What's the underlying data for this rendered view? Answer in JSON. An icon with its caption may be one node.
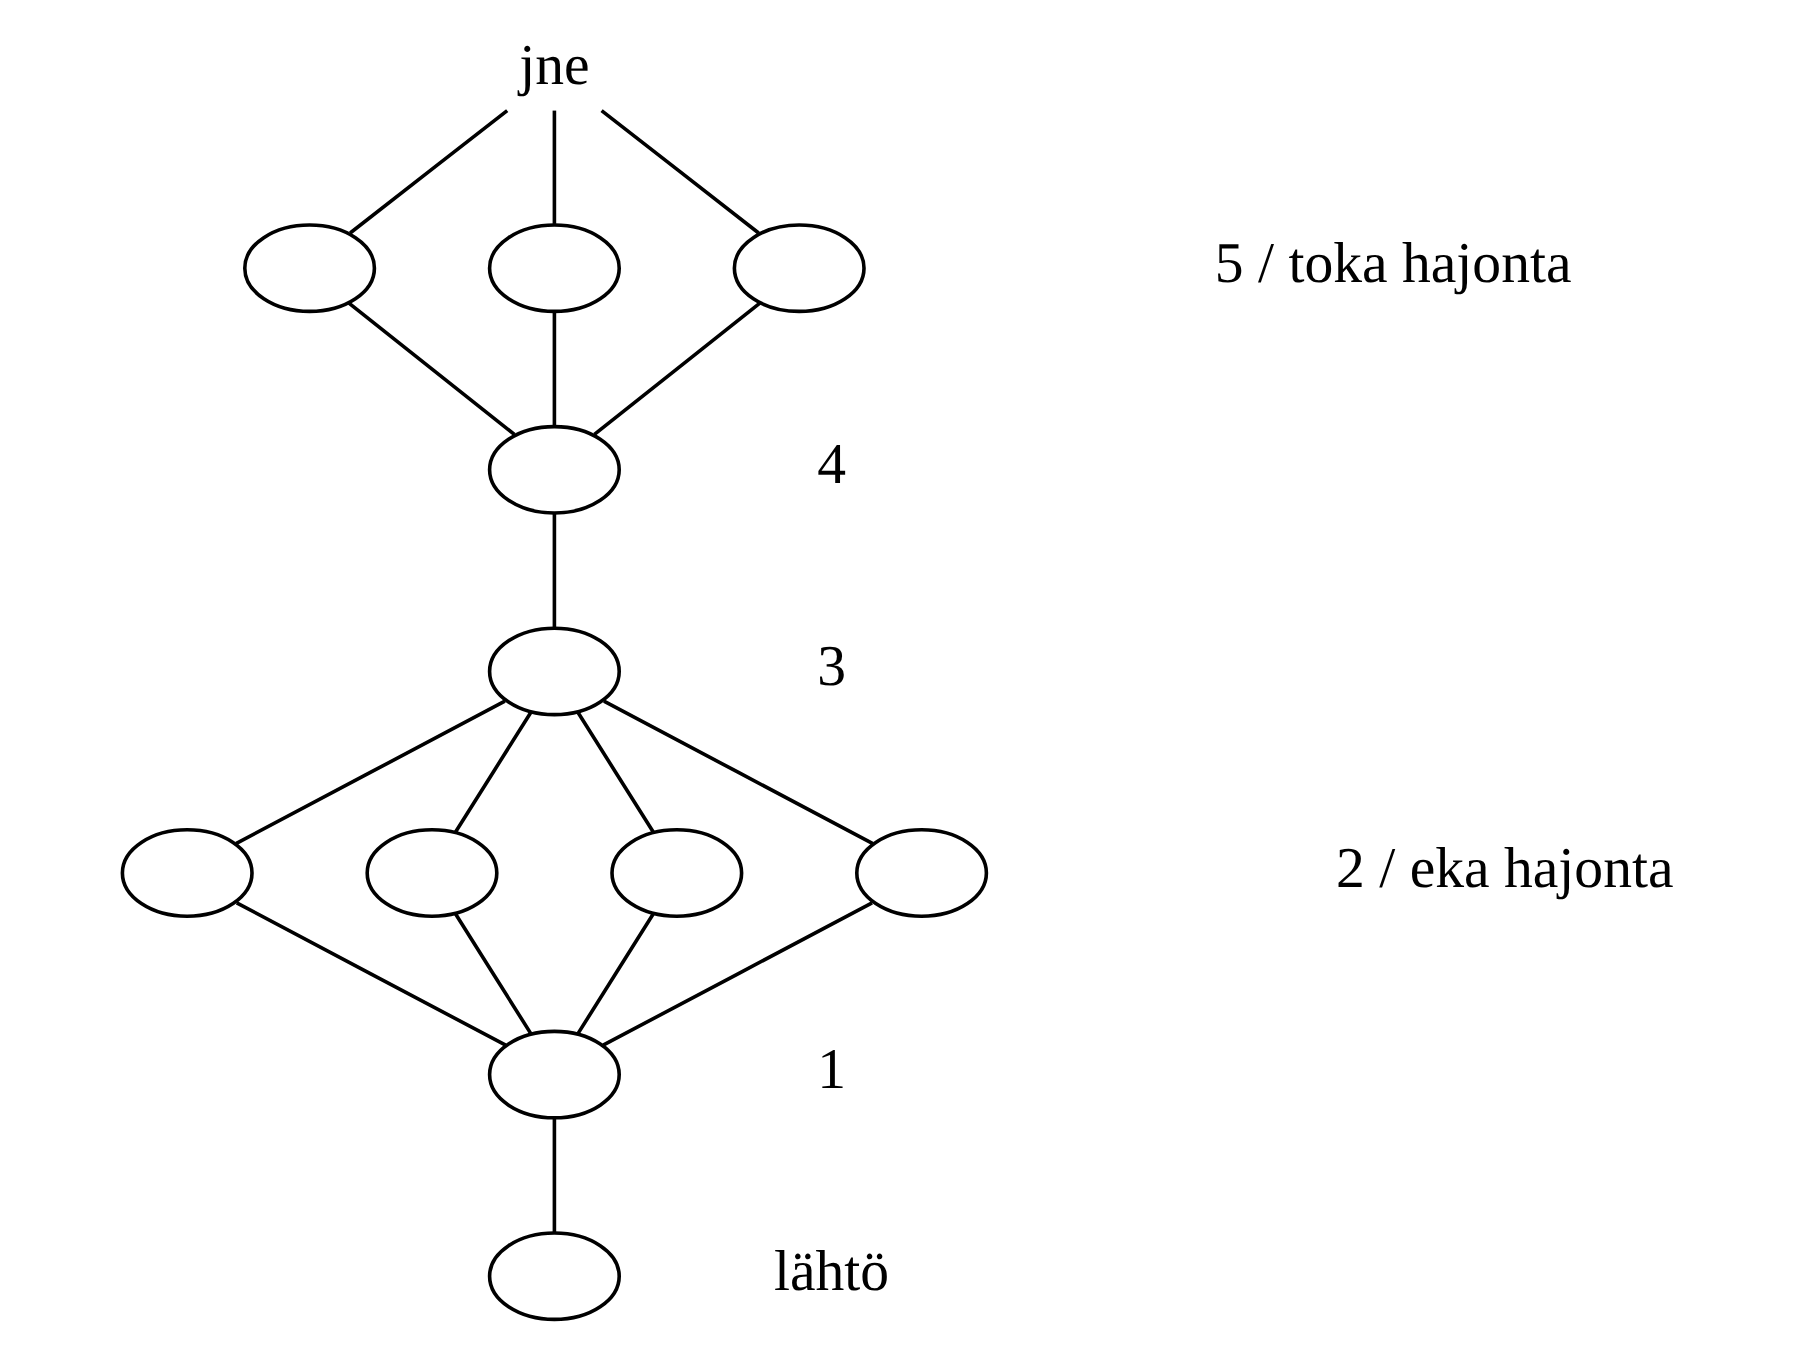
{
  "diagram": {
    "nodes": [
      {
        "text": [
          "jne"
        ]
      },
      {
        "text": [],
        "shape": "ellipse"
      },
      {
        "text": [],
        "shape": "ellipse"
      },
      {
        "text": [],
        "shape": "ellipse"
      },
      {
        "text": [],
        "shape": "ellipse",
        "beside": [
          "4"
        ]
      },
      {
        "text": [],
        "shape": "ellipse",
        "beside": [
          "3"
        ]
      },
      {
        "text": [],
        "shape": "ellipse"
      },
      {
        "text": [],
        "shape": "ellipse"
      },
      {
        "text": [],
        "shape": "ellipse"
      },
      {
        "text": [],
        "shape": "ellipse"
      },
      {
        "text": [],
        "shape": "ellipse",
        "beside": [
          "1"
        ]
      },
      {
        "text": [],
        "shape": "ellipse",
        "beside": [
          "lähtö"
        ]
      }
    ],
    "edges": [
      {
        "from": 0,
        "to": 1,
        "arrow": "none"
      },
      {
        "from": 0,
        "to": 2,
        "arrow": "none"
      },
      {
        "from": 0,
        "to": 3,
        "arrow": "none"
      },
      {
        "from": 1,
        "to": 4,
        "arrow": "none"
      },
      {
        "from": 2,
        "to": 4,
        "arrow": "none"
      },
      {
        "from": 3,
        "to": 4,
        "arrow": "none"
      },
      {
        "from": 4,
        "to": 5,
        "arrow": "none"
      },
      {
        "from": 5,
        "to": 6,
        "arrow": "none"
      },
      {
        "from": 5,
        "to": 7,
        "arrow": "none"
      },
      {
        "from": 5,
        "to": 8,
        "arrow": "none"
      },
      {
        "from": 5,
        "to": 9,
        "arrow": "none"
      },
      {
        "from": 6,
        "to": 10,
        "arrow": "none"
      },
      {
        "from": 7,
        "to": 10,
        "arrow": "none"
      },
      {
        "from": 8,
        "to": 10,
        "arrow": "none"
      },
      {
        "from": 9,
        "to": 10,
        "arrow": "none"
      },
      {
        "from": 10,
        "to": 11,
        "arrow": "none"
      }
    ],
    "labels": [
      "5 / toka hajonta",
      "2 / eka hajonta"
    ]
  }
}
